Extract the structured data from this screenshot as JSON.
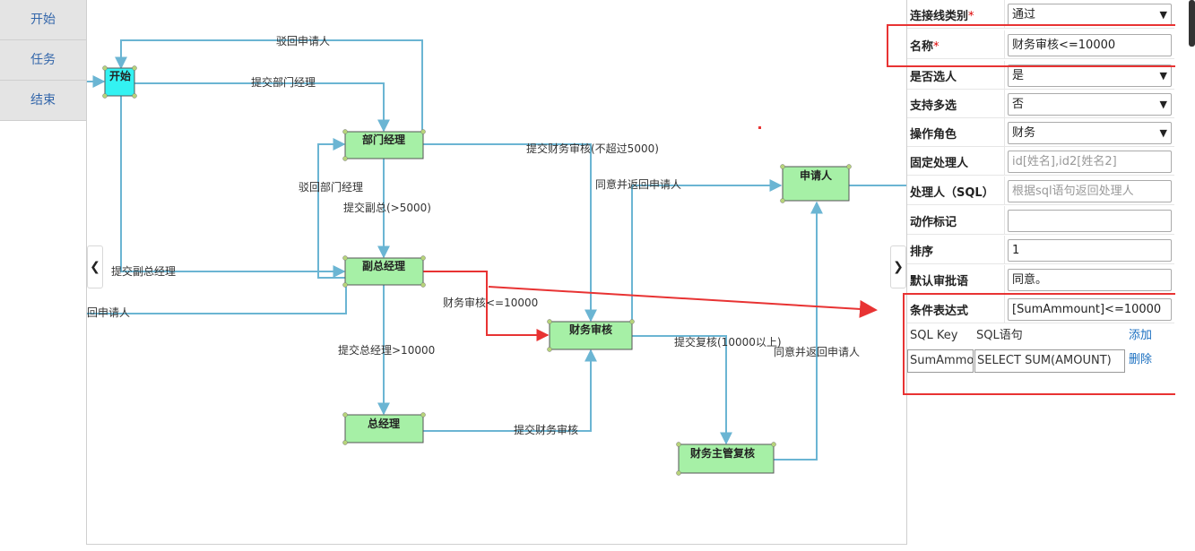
{
  "toolbox": {
    "items": [
      "开始",
      "任务",
      "结束"
    ]
  },
  "nodes": {
    "start": "开始",
    "dept_manager": "部门经理",
    "vice_gm": "副总经理",
    "gm": "总经理",
    "finance_review": "财务审核",
    "finance_supervisor": "财务主管复核",
    "applicant": "申请人"
  },
  "edges": {
    "reject_applicant_top": "驳回申请人",
    "submit_dept_manager": "提交部门经理",
    "reject_dept_manager": "驳回部门经理",
    "submit_vice_gm": "提交副总(>5000)",
    "submit_vice_gm_from_start": "提交副总经理",
    "reject_applicant_left": "回申请人",
    "submit_finance_5000": "提交财务审核(不超过5000)",
    "agree_return_applicant_1": "同意并返回申请人",
    "finance_le_10000": "财务审核<=10000",
    "submit_gm": "提交总经理>10000",
    "submit_finance_review": "提交财务审核",
    "submit_recheck": "提交复核(10000以上)",
    "agree_return_applicant_2": "同意并返回申请人"
  },
  "panel": {
    "line_type": {
      "label": "连接线类别",
      "value": "通过"
    },
    "name": {
      "label": "名称",
      "value": "财务审核<=10000"
    },
    "select_person": {
      "label": "是否选人",
      "value": "是"
    },
    "multi_select": {
      "label": "支持多选",
      "value": "否"
    },
    "role": {
      "label": "操作角色",
      "value": "财务"
    },
    "fixed_handler": {
      "label": "固定处理人",
      "placeholder": "id[姓名],id2[姓名2]"
    },
    "sql_handler": {
      "label": "处理人（SQL）",
      "placeholder": "根据sql语句返回处理人"
    },
    "action_mark": {
      "label": "动作标记",
      "value": ""
    },
    "sort": {
      "label": "排序",
      "value": "1"
    },
    "default_comment": {
      "label": "默认审批语",
      "value": "同意。"
    },
    "condition": {
      "label": "条件表达式",
      "value": "[SumAmmount]<=10000"
    },
    "sql_table": {
      "header_key": "SQL Key",
      "header_sql": "SQL语句",
      "add": "添加",
      "row_key": "SumAmmount",
      "row_sql": "SELECT SUM(AMOUNT)",
      "delete": "删除"
    }
  },
  "colors": {
    "edge": "#6bb5d3",
    "node_fill": "#a6f0a6",
    "start_fill": "#33f2f2",
    "highlight": "#e83333"
  }
}
